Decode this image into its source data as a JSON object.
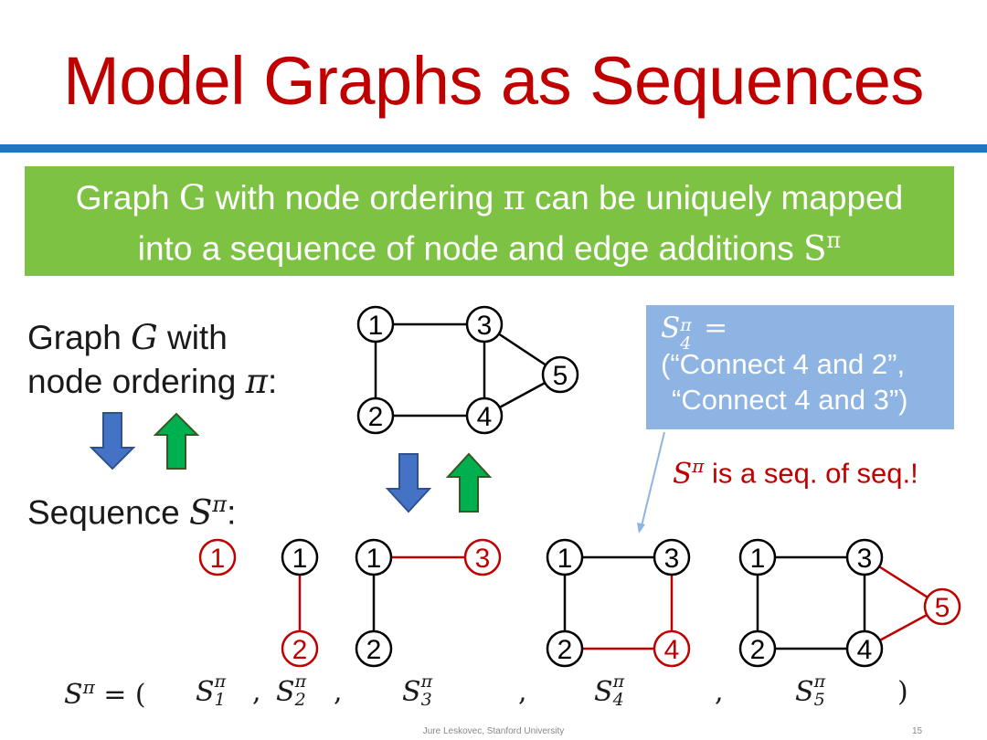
{
  "title": "Model Graphs as Sequences",
  "banner": {
    "line1_pre": "Graph ",
    "line1_G": "G",
    "line1_mid": " with node ordering ",
    "line1_pi": "π",
    "line1_post": " can be uniquely mapped",
    "line2_pre": "into a sequence of node and edge additions ",
    "line2_S": "S",
    "line2_sup": "π"
  },
  "left": {
    "graph_line1_pre": "Graph ",
    "graph_line1_G": "G",
    "graph_line1_post": " with",
    "graph_line2_pre": "node ordering ",
    "graph_line2_pi": "π",
    "graph_line2_post": ":",
    "seq_pre": "Sequence ",
    "seq_S": "S",
    "seq_sup": "π",
    "seq_post": ":"
  },
  "bluebox": {
    "label_S": "S",
    "label_sub": "4",
    "label_sup": "π",
    "label_eq": " =",
    "line2": "(“Connect 4 and 2”,",
    "line3": "“Connect 4 and 3”)"
  },
  "note": {
    "S": "S",
    "sup": "π",
    "text": " is a seq. of seq.!"
  },
  "node_labels": [
    "1",
    "2",
    "3",
    "4",
    "5"
  ],
  "sequence": {
    "S": "S",
    "sup": "π",
    "eq": " =  (",
    "items": [
      {
        "S": "S",
        "sub": "1",
        "sup": "π"
      },
      {
        "S": "S",
        "sub": "2",
        "sup": "π"
      },
      {
        "S": "S",
        "sub": "3",
        "sup": "π"
      },
      {
        "S": "S",
        "sub": "4",
        "sup": "π"
      },
      {
        "S": "S",
        "sub": "5",
        "sup": "π"
      }
    ],
    "comma": ",",
    "close": ")"
  },
  "footer": "Jure Leskovec, Stanford University",
  "page_number": "15",
  "colors": {
    "title": "#c00000",
    "rule": "#1f77c4",
    "banner": "#7dc243",
    "bluebox": "#8eb4e3",
    "highlight": "#c00000",
    "arrow_down": "#4472c4",
    "arrow_up": "#00b050"
  }
}
